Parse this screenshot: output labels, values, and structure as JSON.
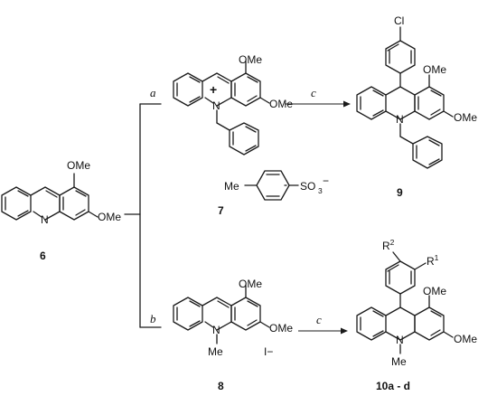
{
  "scheme": {
    "steps": {
      "a": "a",
      "b": "b",
      "c_top": "c",
      "c_bottom": "c"
    },
    "compounds": {
      "c6": {
        "number": "6",
        "ome_1": "OMe",
        "ome_3": "OMe",
        "n": "N"
      },
      "c7": {
        "number": "7",
        "ome_1": "OMe",
        "ome_3": "OMe",
        "n": "N",
        "charge": "+",
        "counter_me": "Me",
        "counter_so": "SO",
        "counter_sub": "3",
        "counter_charge": "−"
      },
      "c8": {
        "number": "8",
        "ome_1": "OMe",
        "ome_3": "OMe",
        "n": "N",
        "n_me": "Me",
        "counter": "I−"
      },
      "c9": {
        "number": "9",
        "ome_1": "OMe",
        "ome_3": "OMe",
        "n": "N",
        "cl": "Cl"
      },
      "c10": {
        "number": "10a - d",
        "ome_1": "OMe",
        "ome_3": "OMe",
        "n": "N",
        "n_me": "Me",
        "r": "R",
        "r1_sup": "1",
        "r2_sup": "2"
      }
    }
  }
}
